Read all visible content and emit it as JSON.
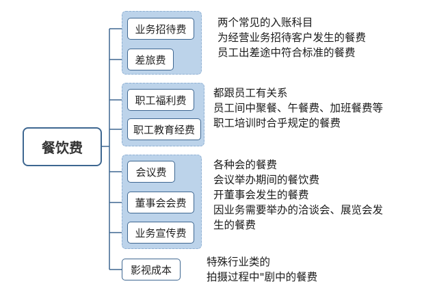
{
  "root": {
    "label": "餐饮费"
  },
  "groups": [
    {
      "items": [
        {
          "label": "业务招待费"
        },
        {
          "label": "差旅费"
        }
      ],
      "description": [
        "两个常见的入账科目",
        "为经营业务招待客户发生的餐费",
        "员工出差途中符合标准的餐费"
      ]
    },
    {
      "items": [
        {
          "label": "职工福利费"
        },
        {
          "label": "职工教育经费"
        }
      ],
      "description": [
        "都跟员工有关系",
        "员工间中聚餐、午餐费、加班餐费等",
        "职工培训时合乎规定的餐费"
      ]
    },
    {
      "items": [
        {
          "label": "会议费"
        },
        {
          "label": "董事会会费"
        },
        {
          "label": "业务宣传费"
        }
      ],
      "description": [
        "各种会的餐费",
        "会议举办期间的餐饮费",
        "开董事会发生的餐费",
        "因业务需要举办的洽谈会、展览会发",
        "生的餐费"
      ]
    },
    {
      "items": [
        {
          "label": "影视成本"
        }
      ],
      "description": [
        "特殊行业类的",
        "拍摄过程中\"剧中的餐费"
      ]
    }
  ],
  "colors": {
    "node_border": "#3d6690",
    "group_fill": "#bcd3ea",
    "group_dash": "#8fb0d3",
    "connector": "#3d6690"
  }
}
